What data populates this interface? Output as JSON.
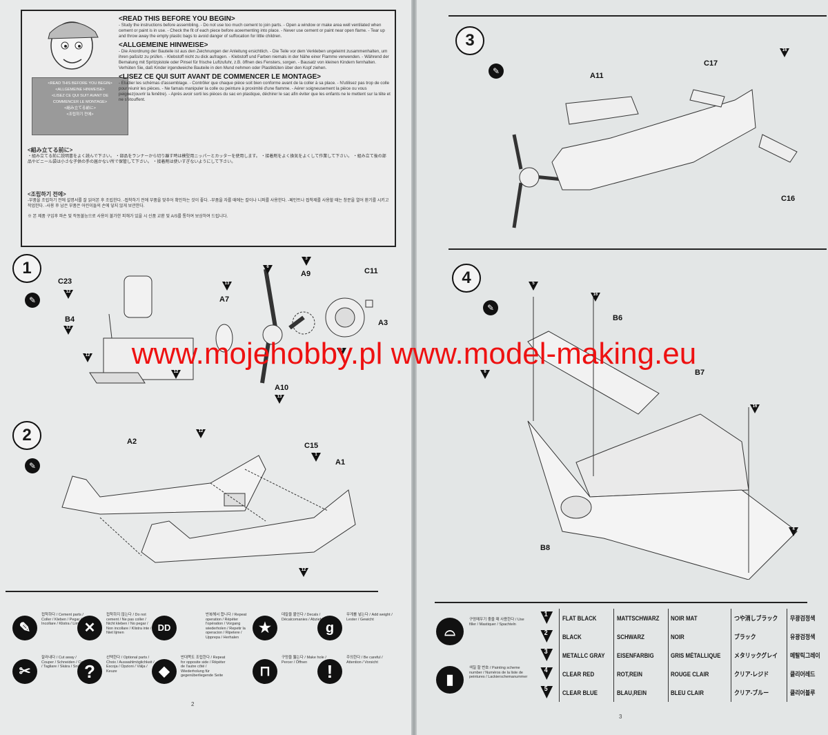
{
  "notice": {
    "en_title": "<READ THIS BEFORE YOU BEGIN>",
    "en_text": "- Study the instructions before assembling. - Do not use too much cement to join parts. - Open a window or make area well ventilated when cement or paint is in use. - Check the fit of each piece before aceementing into place. - Never use cement or paint near open flame. - Tear up and throw away the empty plastic bags to avoid danger of suffocation for little children.",
    "de_title": "<ALLGEMEINE HINWEISE>",
    "de_text": "- Die Anordnung der Bauteile ist aus den Zeichnungen der Anleitung ersichtlich. - Die Teile vor dem Verkleben ungeleimt zusammenhalten, um ihren paßsitz zu prüfen. - Klebstoff nicht zu dick aufragen. - Klebstoff und Farben niemals in der Nähe einer Flamme verwenden. - Während der Bemalung mit Spritzpistole oder Pinsel für frische Luftzufuhr, z.B. öffnen des Fensters, sorgen. - Bausatz von kleinen Kindern fernhalten. Verhüten Sie, daß Kinder irgendweiche Bauteile in den Mund nehmen oder Plastiktüten über den Kopf ziehen.",
    "fr_title": "<LISEZ CE QUI SUIT AVANT DE COMMENCER LE MONTAGE>",
    "fr_text": "- Etudier les schémas d'assemblage. - Contrôler que chaque pièce soit bien conforme avant de la coller à sa place. - N'utilisez pas trop de colle pour réunir les pièces. - Ne famais manipuler la colle ou peinture à proximité d'une flamme. - Aérer soigneusement la pièce ou vous peignez(ouvrir la fenêtre). - Après avoir sorti les pièces du sac en plastique, déchirer le sac afin éviter que les enfants ne le mettent sur la tête et ne s'étouffent.",
    "jp_title": "<組み立てる前に>",
    "jp_text": "・組み立てる前に説明書をよく読んで下さい。 ・部品をランナーから切り離す時は模型用ニッパーとカッターを使用します。 ・接着剤をよく換気をよくして作業して下さい。 ・組み立て後の部品やビニール袋は小さな子供の手の届かない所で保管して下さい。 ・接着剤は使いすぎないようにして下さい。",
    "kr_title": "<조립하기 전에>",
    "kr_text": "-부품을 조립하기 전에 설명서를 잘 읽어본 후 조립한다. -접착하기 전에 부품을 맞추어 확인하는 것이 좋다. -부품을 자를 때에는 칼이나 니퍼를 사용한다. -페인트나 접착제를 사용할 때는 창문을 열어 환기를 시키고 작업한다. -사용 후 남은 부품은 어린이들의 손에 닿지 않게 보관한다.",
    "kr_footnote": "※ 본 제품 구입후 파손 및 작동불능으로 사용이 불가한 피해가 있을 시 신품 교환 및 A/S를 통하여 보상하여 드립니다.",
    "tag_lines": [
      "<READ THIS BEFORE YOU BEGIN>",
      "<ALLGEMEINE HINWEISE>",
      "<LISEZ CE QUI SUIT AVANT DE",
      "COMMENCER LE MONTAGE>",
      "<組み立てる前に>",
      "<조립하기 전에>"
    ]
  },
  "steps": {
    "s1": "1",
    "s2": "2",
    "s3": "3",
    "s4": "4"
  },
  "parts": {
    "c23": "C23",
    "b4": "B4",
    "a7": "A7",
    "a9": "A9",
    "c11": "C11",
    "a3": "A3",
    "a10": "A10",
    "a2": "A2",
    "c15": "C15",
    "a1": "A1",
    "a11": "A11",
    "c17": "C17",
    "c16": "C16",
    "b6": "B6",
    "b7": "B7",
    "b8": "B8"
  },
  "color_callouts": {
    "c23": "12",
    "b4": "12",
    "a7": "13",
    "prop": "6",
    "a9": "3",
    "a10": "13",
    "wheel": "3",
    "seat": "12",
    "s1x": "12",
    "s2top": "12",
    "c15": "1",
    "s2bot": "12",
    "s3": "16",
    "s4a": "5",
    "s4b": "16",
    "s4c": "6",
    "s4d": "16",
    "s4e": "4"
  },
  "watermark": "www.mojehobby.pl www.model-making.eu",
  "legend_left": [
    {
      "icon": "cement",
      "text": "접착하다 / Cement parts / Coller / Kleben / Pegar / Incollare / Klistra / Limen"
    },
    {
      "icon": "nocement",
      "text": "접착하지 않는다 / Do not cement / Ne pas coller / Nicht kleben / No pegar / Non incollare / Klistra inte / Niet lijmen"
    },
    {
      "icon": "repeat",
      "text": "반복해서 합니다 / Repeat operation / Répéter l'opération / Vorgang wiederholen / Repetir la operacion / Ripetere / Upprepa / Herhalen"
    },
    {
      "icon": "decal",
      "text": "데칼을 붙인다 / Decals / Décalcomanies / Abziehbild"
    },
    {
      "icon": "weight",
      "text": "무게를 넣는다 / Add weight / Lester / Gewicht"
    },
    {
      "icon": "cut",
      "text": "잘라내다 / Cut away / Couper / Schneiden / Cortar / Tagliare / Skära / Snijden"
    },
    {
      "icon": "option",
      "text": "선택한다 / Optional parts / Choix / Auswahlmöglichkeit / Escoja / Opzioni / Välja / Keuze"
    },
    {
      "icon": "opposite",
      "text": "반대쪽도 조립한다 / Repeat for opposite side / Répéter de l'autre côté / Wiederholung für gegenüberliegende Seite"
    },
    {
      "icon": "drill",
      "text": "구멍을 뚫는다 / Make hole / Percer / Öffnen"
    },
    {
      "icon": "careful",
      "text": "주의한다 / Be careful / Attention / Vorsicht"
    }
  ],
  "legend_right": {
    "use_filler": "구멍메우기 좋을 때 사용한다 / Use filler / Mastiquer / Spachteln",
    "paint_number": "색칠 할 번호 / Painting scheme number / Numéros de la liste de peintures / Lackierschemanummer"
  },
  "paint_table": [
    {
      "num": "1",
      "en": "FLAT BLACK",
      "de": "MATTSCHWARZ",
      "fr": "NOIR MAT",
      "jp": "つや消しブラック",
      "kr": "무광검정색"
    },
    {
      "num": "2",
      "en": "BLACK",
      "de": "SCHWARZ",
      "fr": "NOIR",
      "jp": "ブラック",
      "kr": "유광검정색"
    },
    {
      "num": "3",
      "en": "METALLC GRAY",
      "de": "EISENFARBIG",
      "fr": "GRIS MÉTALLIQUE",
      "jp": "メタリックグレイ",
      "kr": "메탈릭그레이"
    },
    {
      "num": "4",
      "en": "CLEAR RED",
      "de": "ROT,REIN",
      "fr": "ROUGE CLAIR",
      "jp": "クリア-レジド",
      "kr": "클리어레드"
    },
    {
      "num": "5",
      "en": "CLEAR BLUE",
      "de": "BLAU,REIN",
      "fr": "BLEU CLAIR",
      "jp": "クリア-ブルー",
      "kr": "클리어블루"
    }
  ],
  "page_numbers": {
    "left": "2",
    "right": "3"
  }
}
